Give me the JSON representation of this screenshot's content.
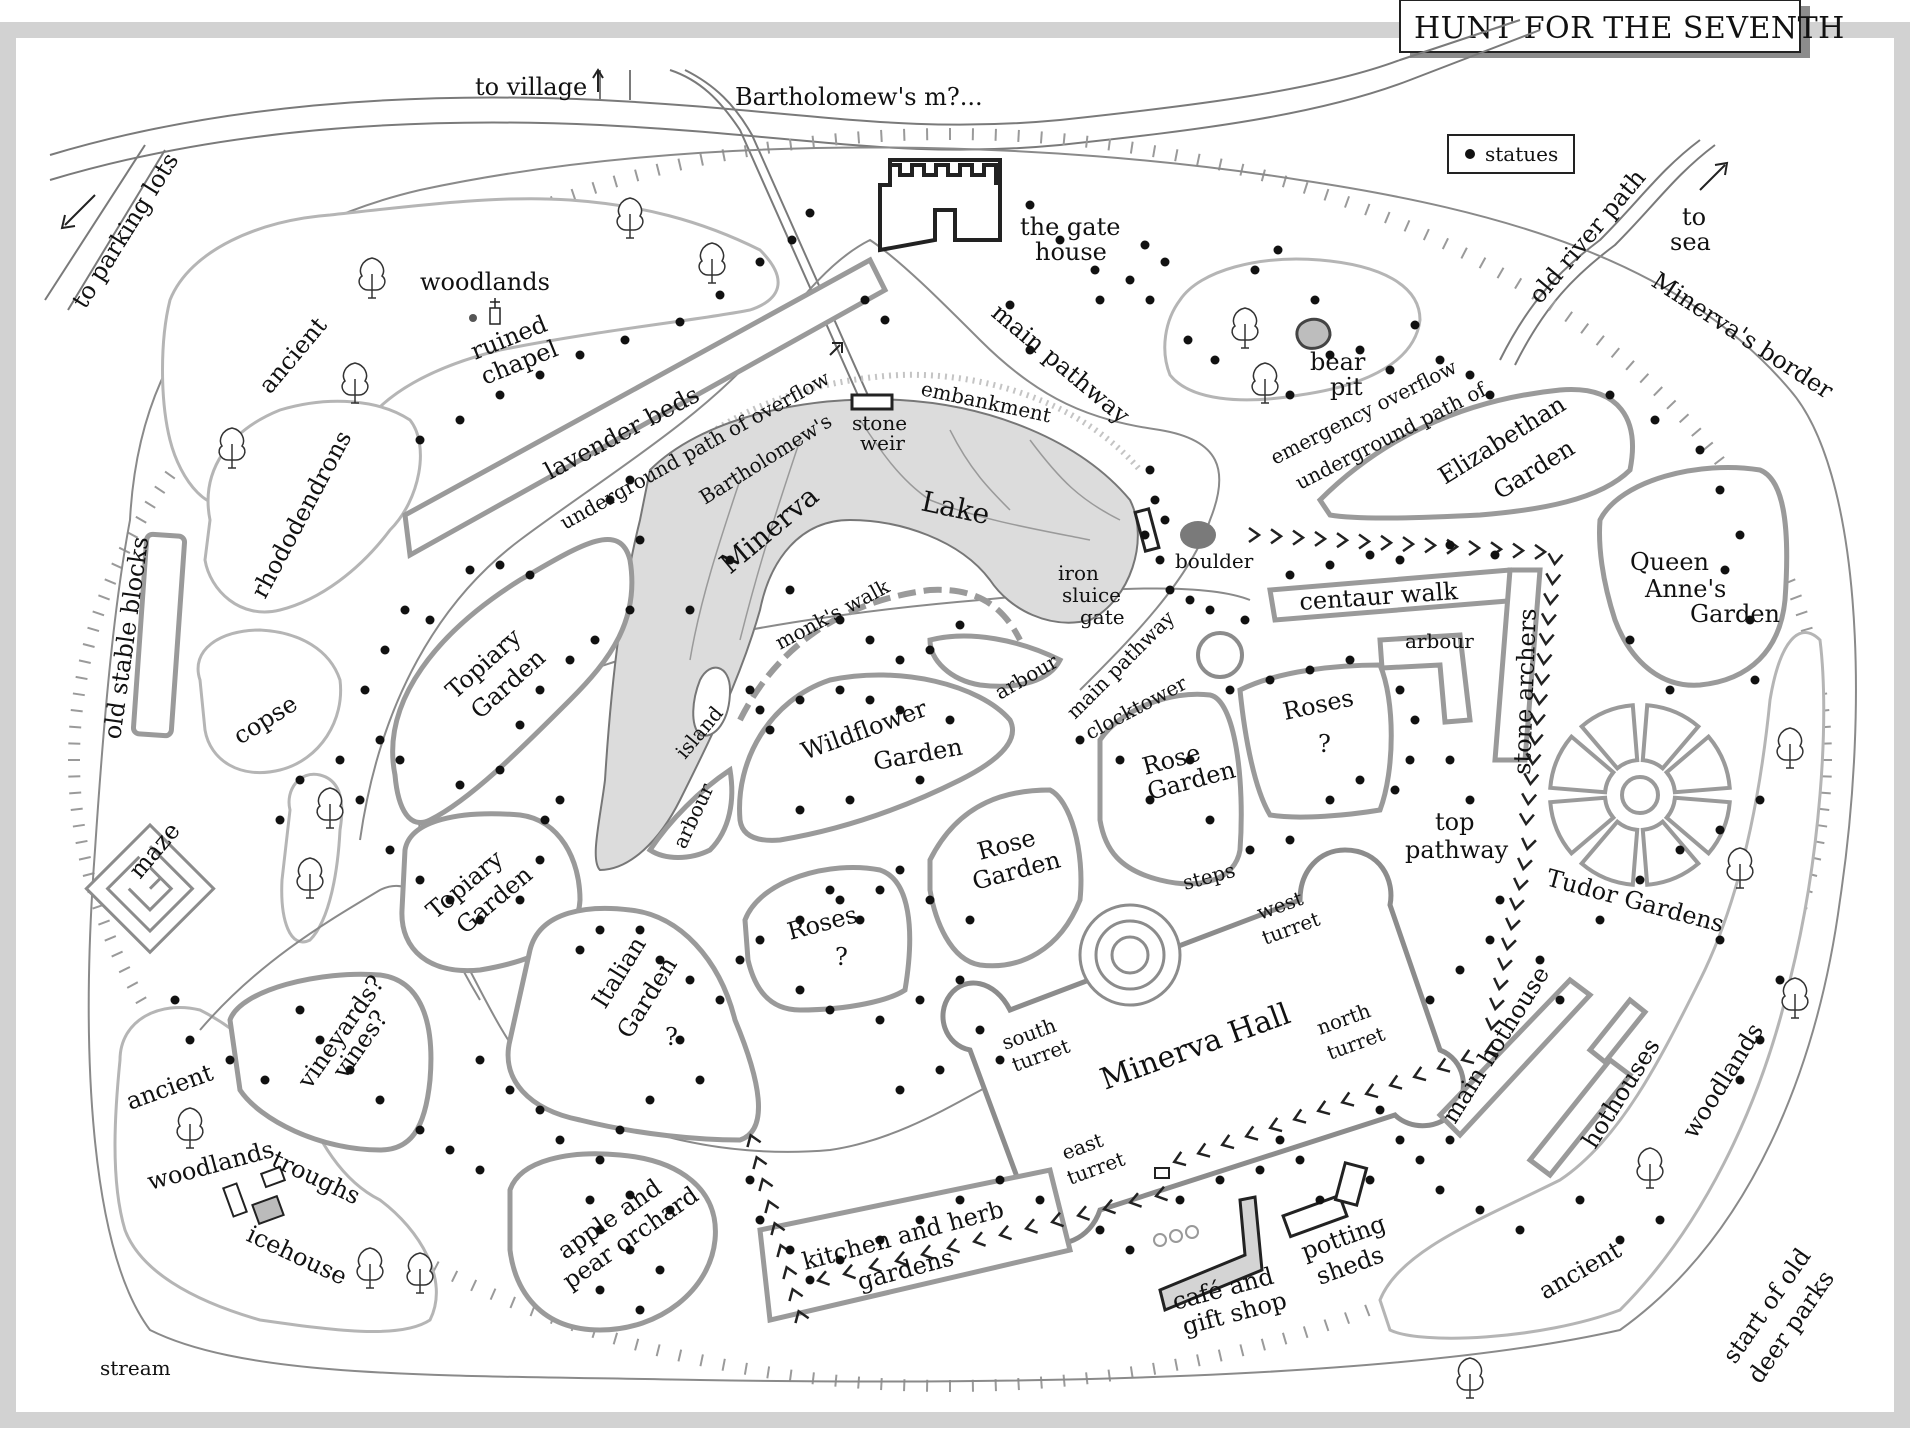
{
  "title": "HUNT FOR THE SEVENTH",
  "legend": {
    "label": "statues",
    "icon": "statue-dot-icon"
  },
  "labels": {
    "to_village": "to village",
    "bartholomews_m": "Bartholomew's m?...",
    "to_parking_lots": "to parking lots",
    "old_river_path": "old river path",
    "to_sea_1": "to",
    "to_sea_2": "sea",
    "minervas_border": "Minerva's border",
    "gate_house_1": "the gate",
    "gate_house_2": "house",
    "main_pathway_top": "main pathway",
    "main_pathway_mid": "main pathway",
    "woodlands_nw": "woodlands",
    "ancient_nw": "ancient",
    "ruined_chapel_1": "ruined",
    "ruined_chapel_2": "chapel",
    "lavender_beds": "lavender    beds",
    "underground_overflow": "underground path of overflow",
    "bartholomews": "Bartholomew's",
    "stone_weir_1": "stone",
    "stone_weir_2": "weir",
    "embankment": "embankment",
    "bear_pit_1": "bear",
    "bear_pit_2": "pit",
    "emergency_overflow": "emergency overflow",
    "underground_path_of": "underground path of",
    "elizabethan_1": "Elizabethan",
    "elizabethan_2": "Garden",
    "rhododendrons": "rhododendrons",
    "minerva": "Minerva",
    "lake": "Lake",
    "iron_1": "iron",
    "iron_2": "sluice",
    "iron_3": "gate",
    "boulder": "boulder",
    "queen_annes_1": "Queen",
    "queen_annes_2": "Anne's",
    "queen_annes_3": "Garden",
    "centaur_walk": "centaur walk",
    "old_stable_blocks": "old stable blocks",
    "topiary_1a": "Topiary",
    "topiary_1b": "Garden",
    "monks_walk": "monk's  walk",
    "arbour_1": "arbour",
    "arbour_2": "arbour",
    "arbour_3": "arbour",
    "clocktower": "clocktower",
    "copse": "copse",
    "island": "island",
    "wildflower_1": "Wildflower",
    "wildflower_2": "Garden",
    "rose_garden_1a": "Rose",
    "rose_garden_1b": "Garden",
    "roses_1a": "Roses",
    "roses_1b": "?",
    "stone_archers": "stone archers",
    "top_pathway_1": "top",
    "top_pathway_2": "pathway",
    "maze": "maze",
    "topiary_2a": "Topiary",
    "topiary_2b": "Garden",
    "rose_garden_2a": "Rose",
    "rose_garden_2b": "Garden",
    "steps": "steps",
    "tudor_gardens": "Tudor Gardens",
    "roses_2a": "Roses",
    "roses_2b": "?",
    "west_turret_1": "west",
    "west_turret_2": "turret",
    "italian_1": "Italian",
    "italian_2": "Garden",
    "italian_3": "?",
    "south_turret_1": "south",
    "south_turret_2": "turret",
    "minerva_hall": "Minerva Hall",
    "north_turret_1": "north",
    "north_turret_2": "turret",
    "vineyards_1": "vineyards?",
    "vineyards_2": "vines?",
    "main_hothouse": "main hothouse",
    "hothouses": "hothouses",
    "woodlands_e": "woodlands",
    "ancient_sw": "ancient",
    "woodlands_sw": "woodlands",
    "troughs": "troughs",
    "icehouse": "icehouse",
    "east_turret_1": "east",
    "east_turret_2": "turret",
    "apple_1": "apple and",
    "apple_2": "pear orchard",
    "kitchen_1": "kitchen  and   herb",
    "kitchen_2": "gardens",
    "cafe_1": "café and",
    "cafe_2": "gift shop",
    "potting_1": "potting",
    "potting_2": "sheds",
    "ancient_se": "ancient",
    "start_deer_1": "start of old",
    "start_deer_2": "deer parks",
    "stream": "stream"
  },
  "colors": {
    "border": "#d0d0d0",
    "zone": "#9a9a9a",
    "lake": "#dcdcdc",
    "ink": "#111111"
  }
}
